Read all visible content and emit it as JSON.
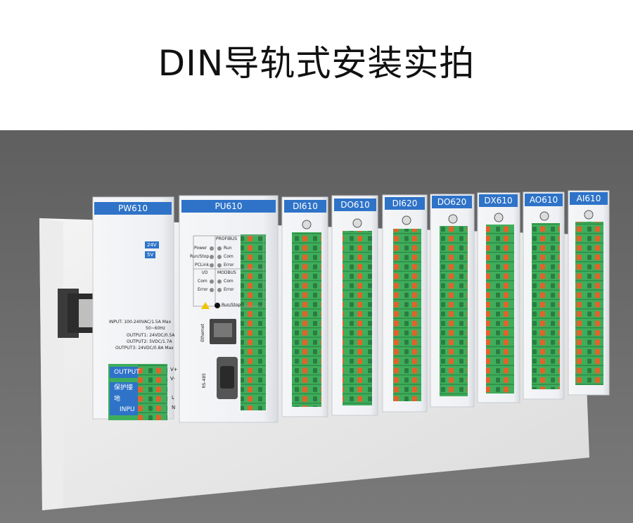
{
  "title": "DIN导轨式安装实拍",
  "modules": [
    {
      "name": "PW610"
    },
    {
      "name": "PU610"
    },
    {
      "name": "DI610"
    },
    {
      "name": "DO610"
    },
    {
      "name": "DI620"
    },
    {
      "name": "DO620"
    },
    {
      "name": "DX610"
    },
    {
      "name": "AO610"
    },
    {
      "name": "AI610"
    }
  ],
  "pw610": {
    "v24": "24V",
    "v5": "5V",
    "input": "INPUT: 100-240VAC/1.5A Max",
    "freq": "50~60Hz",
    "out1": "OUTPUT1: 24VDC/0.5A",
    "out2": "OUTPUT2: 5VDC/1.7A",
    "out3": "OUTPUT3: 24VDC/0.8A Max",
    "output_btn": "OUTPUT",
    "protect_btn": "保护接地",
    "input_btn": "INPU",
    "term_vplus": "V+",
    "term_vminus": "V-",
    "term_l": "L",
    "term_n": "N"
  },
  "pu610": {
    "profibus": "PROFIBUS",
    "power": "Power",
    "run_stop": "Run/Stop",
    "pclink": "PCLink",
    "run": "Run",
    "com": "Com",
    "error": "Error",
    "io": "I/O",
    "modbus": "MODBUS",
    "io_com": "Com",
    "io_error": "Error",
    "mb_com": "Com",
    "mb_error": "Error",
    "run_stop_btn": "Run/Stop",
    "ethernet": "Ethernet",
    "rs485": "RS-485"
  },
  "colors": {
    "badge": "#2e73c8",
    "terminal_green": "#3fae5c",
    "latch_orange": "#e2622a",
    "background_gray": "#6d6d6d"
  }
}
